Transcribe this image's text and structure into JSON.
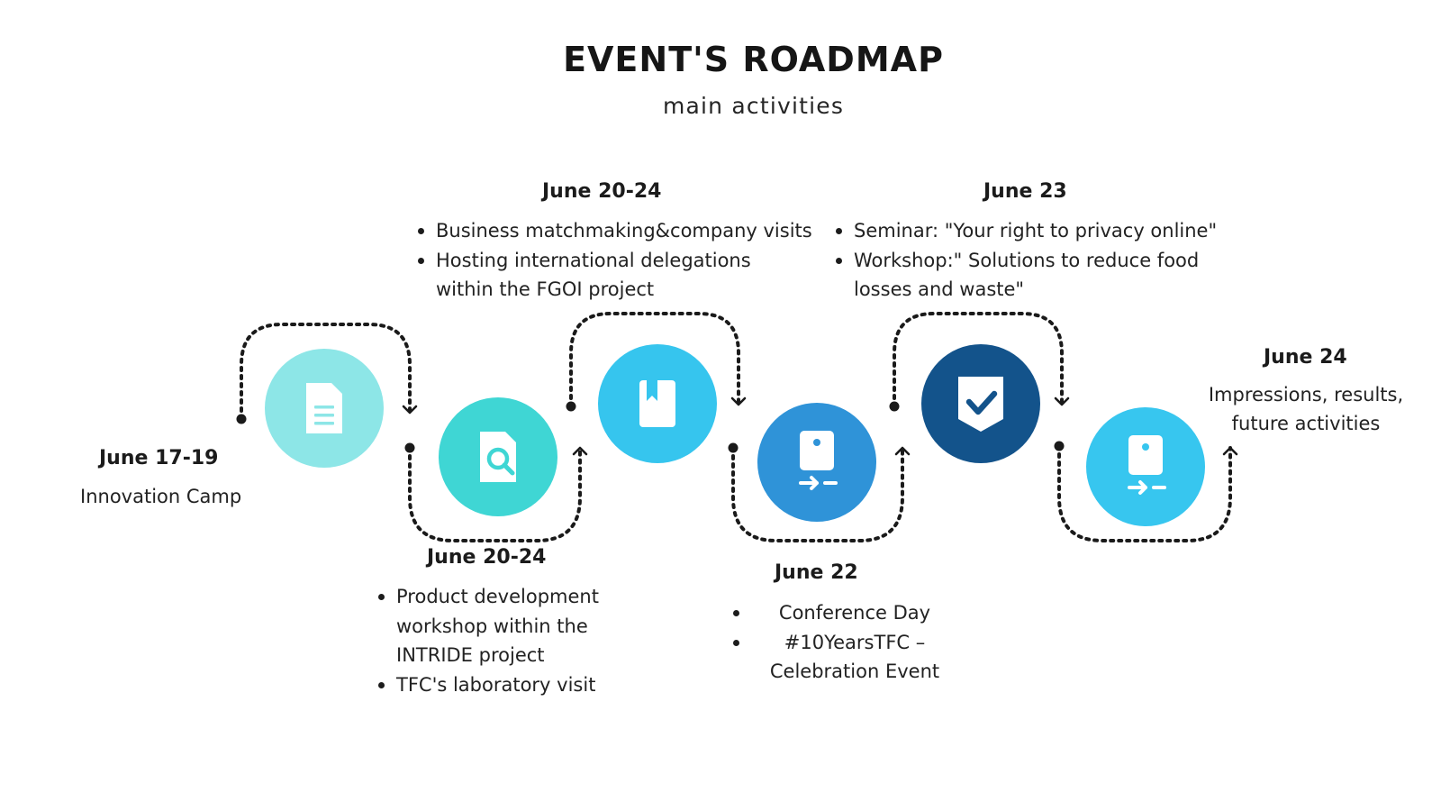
{
  "header": {
    "title": "EVENT'S ROADMAP",
    "subtitle": "main activities"
  },
  "colors": {
    "step1": "#8de6e7",
    "step2": "#3fd6d4",
    "step3": "#36c5ee",
    "step4": "#2f93d8",
    "step5": "#13538b",
    "step6": "#37c6ef",
    "connector": "#1a1a1a",
    "icon": "#ffffff"
  },
  "steps": [
    {
      "icon": "document-icon",
      "date": "June 17-19",
      "text": "Innovation Camp"
    },
    {
      "icon": "search-document-icon",
      "date": "June 20-24",
      "items": [
        "Product development workshop within the INTRIDE project",
        "TFC's laboratory visit"
      ]
    },
    {
      "icon": "bookmark-icon",
      "date": "June 20-24",
      "items": [
        "Business matchmaking&company visits",
        "Hosting international delegations within the FGOI project"
      ]
    },
    {
      "icon": "mobile-transfer-icon",
      "date": "June 22",
      "items": [
        "Conference Day",
        "#10YearsTFC – Celebration Event"
      ]
    },
    {
      "icon": "shield-check-icon",
      "date": "June 23",
      "items": [
        "Seminar: \"Your right to privacy online\"",
        "Workshop:\" Solutions to reduce food losses and waste\""
      ]
    },
    {
      "icon": "mobile-transfer-icon",
      "date": "June 24",
      "text": "Impressions, results, future activities"
    }
  ]
}
